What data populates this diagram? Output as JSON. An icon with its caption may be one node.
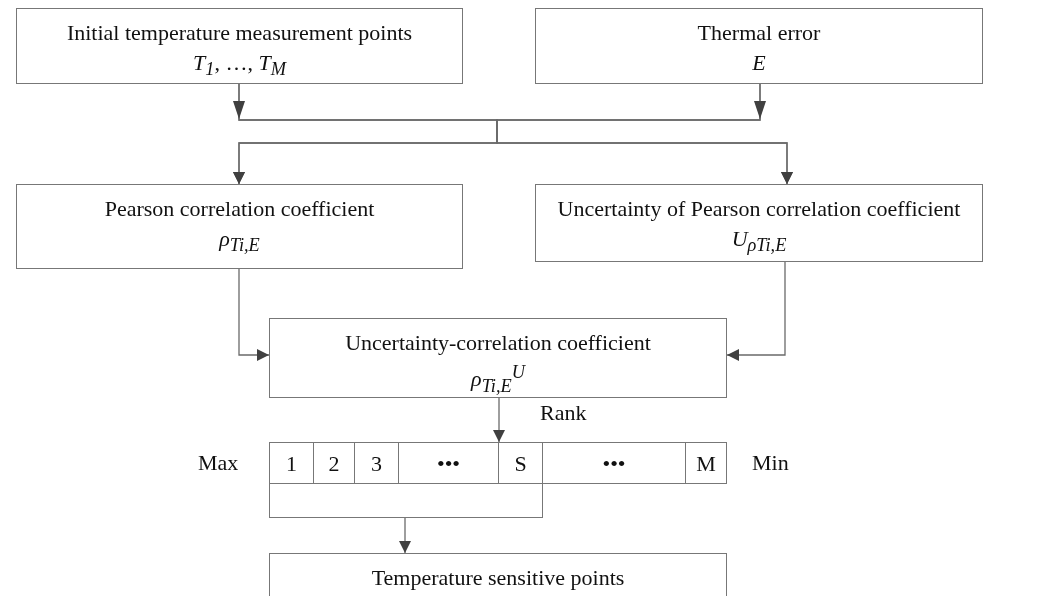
{
  "diagram": {
    "nodes": [
      {
        "text": [
          "Initial temperature measurement points",
          "*T*$_{1}$, …, *T*$_{M}$"
        ]
      },
      {
        "text": [
          "Thermal error",
          "*E*"
        ]
      },
      {
        "text": [
          "Pearson correlation coefficient",
          "*ρ*$_{Ti,E}$"
        ]
      },
      {
        "text": [
          "Uncertainty of Pearson correlation coefficient",
          "*U*$_{ρTi,E}$"
        ]
      },
      {
        "text": [
          "Uncertainty-correlation coefficient",
          "*ρ*$_{Ti,E}$$^{U}$"
        ]
      },
      {
        "text": [
          "1"
        ]
      },
      {
        "text": [
          "2"
        ]
      },
      {
        "text": [
          "3"
        ]
      },
      {
        "text": [
          "•••"
        ]
      },
      {
        "text": [
          "S"
        ]
      },
      {
        "text": [
          "•••"
        ]
      },
      {
        "text": [
          "M"
        ]
      },
      {
        "text": [],
        "shape": "box"
      },
      {
        "text": [
          "Temperature sensitive points"
        ]
      }
    ],
    "edges": [
      {
        "from": 0,
        "to": 2,
        "arrow": "to"
      },
      {
        "from": 0,
        "to": 3,
        "arrow": "to"
      },
      {
        "from": 1,
        "to": 2,
        "arrow": "to"
      },
      {
        "from": 1,
        "to": 3,
        "arrow": "to"
      },
      {
        "from": 2,
        "to": 4,
        "arrow": "to"
      },
      {
        "from": 3,
        "to": 4,
        "arrow": "to"
      },
      {
        "from": 4,
        "to": 9,
        "arrow": "to",
        "label": "Rank"
      },
      {
        "from": 12,
        "to": 13,
        "arrow": "to"
      }
    ],
    "labels": [
      "Max",
      "Min"
    ]
  }
}
